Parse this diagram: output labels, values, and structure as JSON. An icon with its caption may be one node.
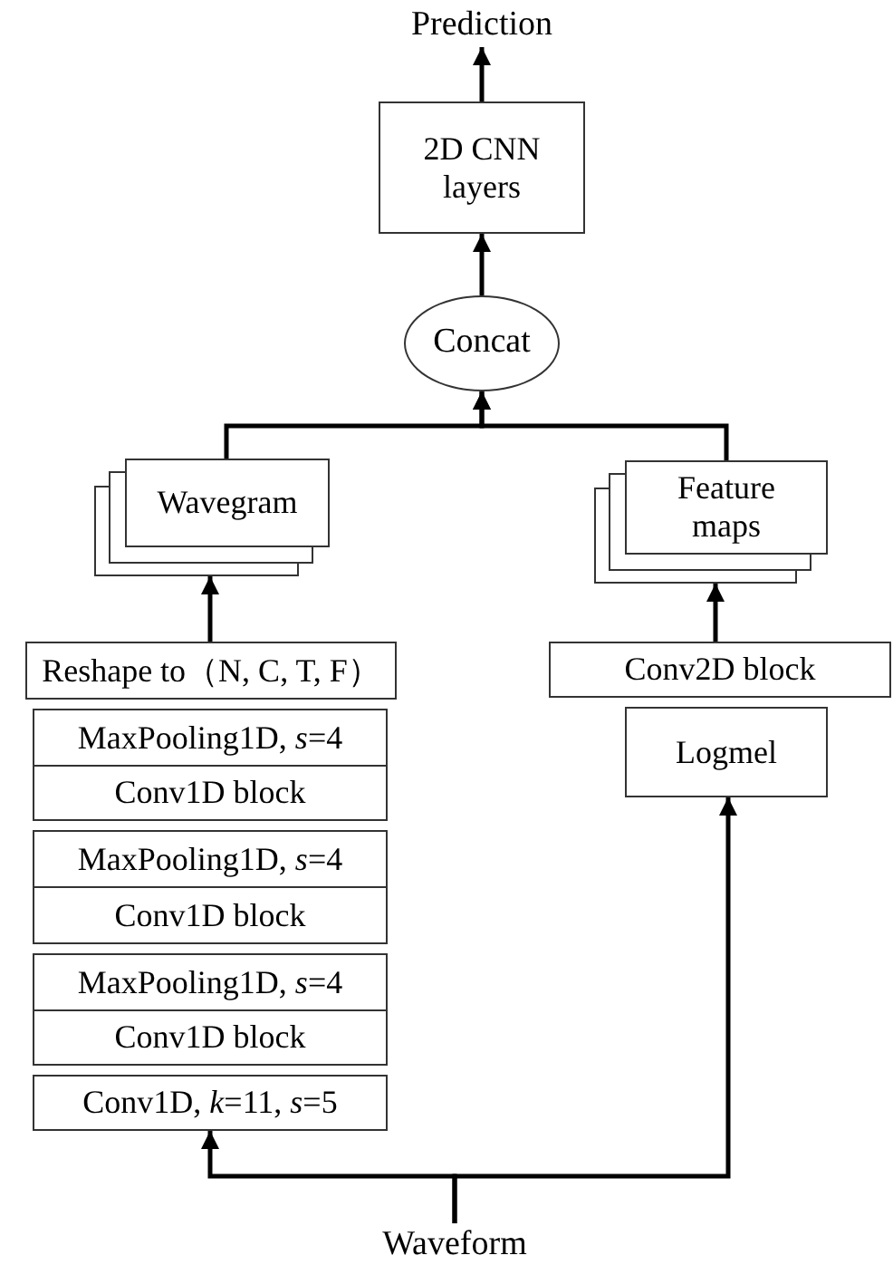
{
  "diagram": {
    "nodes": [
      {
        "text": [
          "Prediction"
        ]
      },
      {
        "text": [
          "2D CNN layers"
        ]
      },
      {
        "text": [
          "Concat"
        ]
      },
      {
        "text": [
          "Wavegram"
        ]
      },
      {
        "text": [
          "Feature maps"
        ]
      },
      {
        "text": [
          "Reshape to（N, C, T, F）"
        ]
      },
      {
        "text": [
          "Conv2D block"
        ]
      },
      {
        "text": [
          "MaxPooling1D, *s*=4"
        ]
      },
      {
        "text": [
          "Conv1D block"
        ]
      },
      {
        "text": [
          "Logmel"
        ]
      },
      {
        "text": [
          "MaxPooling1D, *s*=4"
        ]
      },
      {
        "text": [
          "Conv1D block"
        ]
      },
      {
        "text": [
          "MaxPooling1D, *s*=4"
        ]
      },
      {
        "text": [
          "Conv1D block"
        ]
      },
      {
        "text": [
          "Conv1D, *k*=11, *s*=5"
        ]
      },
      {
        "text": [
          "Waveform"
        ]
      }
    ],
    "edges": [
      {
        "from": 1,
        "to": 0,
        "arrow": "to"
      },
      {
        "from": 2,
        "to": 1,
        "arrow": "to"
      },
      {
        "from": 3,
        "to": 2,
        "arrow": "to"
      },
      {
        "from": 4,
        "to": 2,
        "arrow": "to"
      },
      {
        "from": 5,
        "to": 3,
        "arrow": "to"
      },
      {
        "from": 6,
        "to": 4,
        "arrow": "to"
      },
      {
        "from": 15,
        "to": 14,
        "arrow": "to"
      },
      {
        "from": 15,
        "to": 9,
        "arrow": "to"
      }
    ]
  }
}
